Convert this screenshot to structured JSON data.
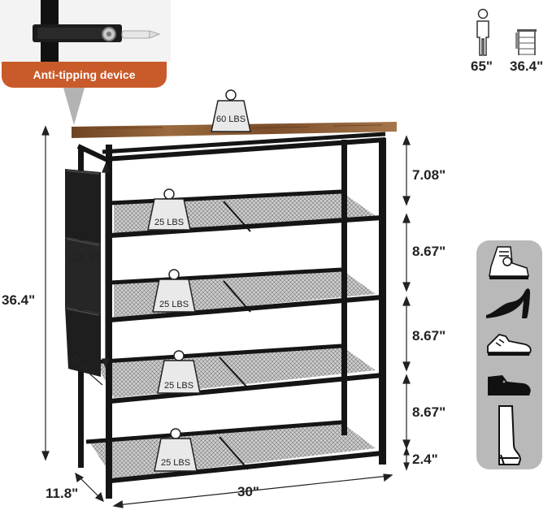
{
  "callout": {
    "label": "Anti-tipping device",
    "color": "#c95a2a"
  },
  "loads": {
    "top": "60 LBS",
    "shelf1": "25 LBS",
    "shelf2": "25 LBS",
    "shelf3": "25 LBS",
    "shelf4": "25 LBS"
  },
  "dimensions": {
    "height": "36.4\"",
    "width": "30\"",
    "depth": "11.8\"",
    "pocket_height": "23.4\"",
    "pocket_width": "10.6\"",
    "gap1": "7.08\"",
    "gap2": "8.67\"",
    "gap3": "8.67\"",
    "gap4": "8.67\"",
    "gap_bottom": "2.4\""
  },
  "comparison": {
    "person_height": "65\"",
    "rack_height": "36.4\""
  },
  "shoe_types": {
    "icons": [
      "high-top-sneaker-icon",
      "high-heel-icon",
      "sneaker-icon",
      "dress-shoe-icon",
      "boot-icon"
    ],
    "panel_color": "#b9b9b9"
  },
  "colors": {
    "wood": "#8b5a35",
    "frame": "#151515"
  }
}
